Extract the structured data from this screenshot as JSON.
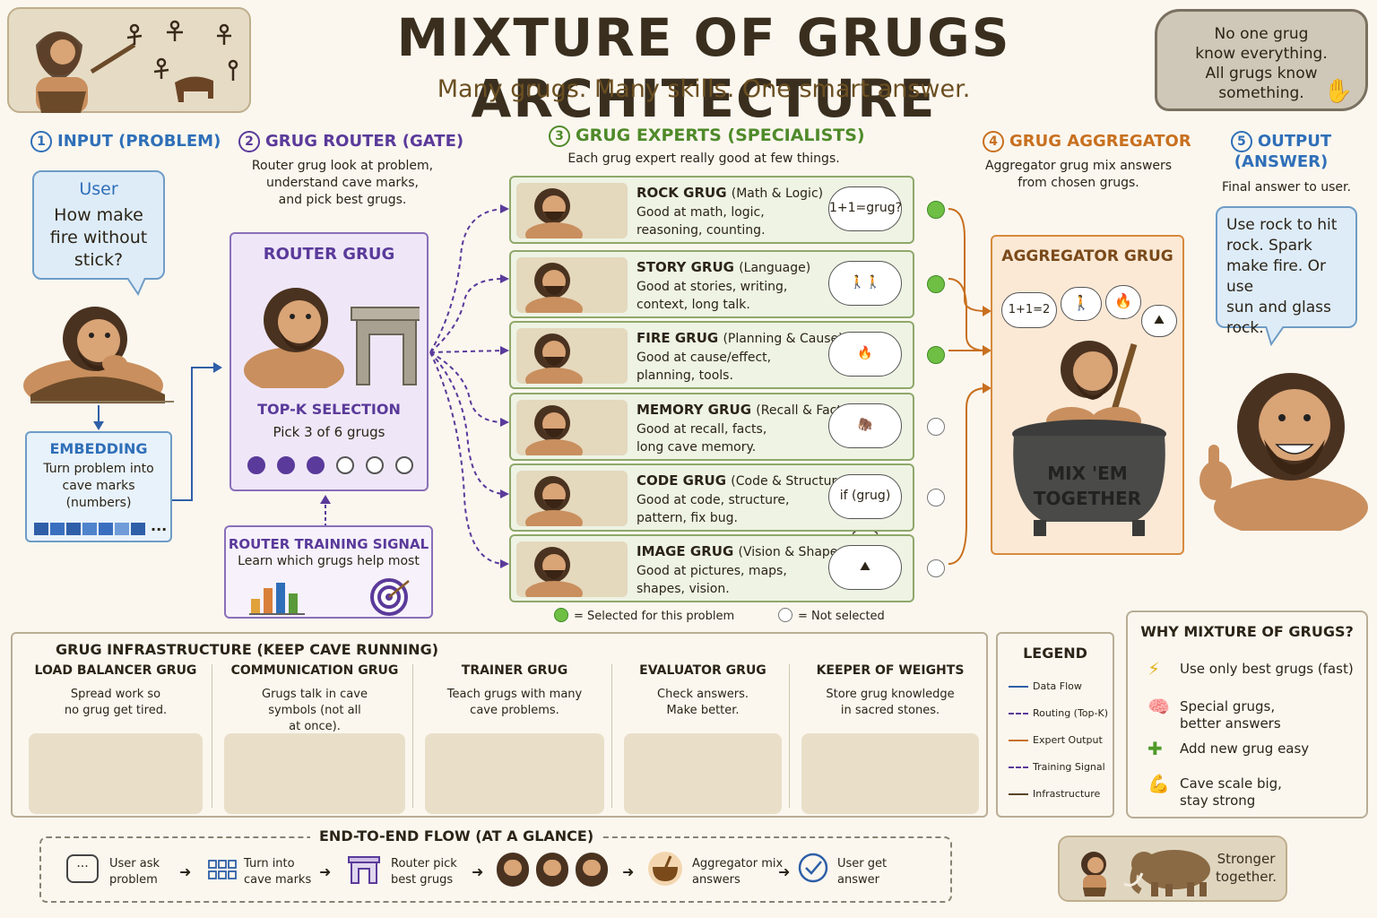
{
  "header": {
    "title": "MIXTURE OF GRUGS ARCHITECTURE",
    "subtitle": "Many grugs. Many skills. One smart answer.",
    "tablet": [
      "No one grug",
      "know everything.",
      "All grugs know",
      "something."
    ]
  },
  "input": {
    "num": "1",
    "heading": "INPUT (PROBLEM)",
    "bubble_user": "User",
    "bubble_text": [
      "How make",
      "fire without",
      "stick?"
    ],
    "embedding_title": "EMBEDDING",
    "embedding_desc": [
      "Turn problem into",
      "cave marks",
      "(numbers)"
    ],
    "embedding_more": "..."
  },
  "router": {
    "num": "2",
    "heading": "GRUG ROUTER (GATE)",
    "desc": [
      "Router grug look at problem,",
      "understand cave marks,",
      "and pick best grugs."
    ],
    "box_title": "ROUTER GRUG",
    "topk_title": "TOP-K SELECTION",
    "topk_desc": "Pick 3 of 6 grugs",
    "selected": 3,
    "total": 6,
    "training_title": "ROUTER TRAINING SIGNAL",
    "training_desc": "Learn which grugs help most"
  },
  "experts": {
    "num": "3",
    "heading": "GRUG EXPERTS (SPECIALISTS)",
    "desc": "Each grug expert really good at few things.",
    "items": [
      {
        "name": "ROCK GRUG",
        "tag": "(Math & Logic)",
        "skill": [
          "Good at math, logic,",
          "reasoning, counting."
        ],
        "thought": "1+1=grug?",
        "selected": true
      },
      {
        "name": "STORY GRUG",
        "tag": "(Language)",
        "skill": [
          "Good at stories, writing,",
          "context, long talk."
        ],
        "thought": "🚶🚶",
        "selected": true
      },
      {
        "name": "FIRE GRUG",
        "tag": "(Planning & Cause)",
        "skill": [
          "Good at cause/effect,",
          "planning, tools."
        ],
        "thought": "🔥",
        "selected": true
      },
      {
        "name": "MEMORY GRUG",
        "tag": "(Recall & Facts)",
        "skill": [
          "Good at recall, facts,",
          "long cave memory."
        ],
        "thought": "🦣",
        "selected": false
      },
      {
        "name": "CODE GRUG",
        "tag": "(Code & Structure)",
        "skill": [
          "Good at code, structure,",
          "pattern, fix bug."
        ],
        "thought": "if (grug) {....}",
        "selected": false
      },
      {
        "name": "IMAGE GRUG",
        "tag": "(Vision & Shapes)",
        "skill": [
          "Good at pictures, maps,",
          "shapes, vision."
        ],
        "thought": "⛰",
        "selected": false
      }
    ],
    "legend_selected": "= Selected for this problem",
    "legend_not": "= Not selected"
  },
  "aggregator": {
    "num": "4",
    "heading": "GRUG AGGREGATOR",
    "desc": [
      "Aggregator grug mix answers",
      "from chosen grugs."
    ],
    "box_title": "AGGREGATOR GRUG",
    "pot_text": [
      "MIX 'EM",
      "TOGETHER"
    ],
    "thought": "1+1=2"
  },
  "output": {
    "num": "5",
    "heading": [
      "OUTPUT",
      "(ANSWER)"
    ],
    "desc": "Final answer to user.",
    "bubble_text": [
      "Use rock to hit",
      "rock. Spark",
      "make fire. Or use",
      "sun and glass",
      "rock."
    ]
  },
  "infra": {
    "heading": "GRUG INFRASTRUCTURE (KEEP CAVE RUNNING)",
    "cols": [
      {
        "title": "LOAD BALANCER GRUG",
        "desc": [
          "Spread work so",
          "no grug get tired."
        ]
      },
      {
        "title": "COMMUNICATION GRUG",
        "desc": [
          "Grugs talk in cave",
          "symbols (not all",
          "at once)."
        ]
      },
      {
        "title": "TRAINER GRUG",
        "desc": [
          "Teach grugs with many",
          "cave problems."
        ]
      },
      {
        "title": "EVALUATOR GRUG",
        "desc": [
          "Check answers.",
          "Make better."
        ]
      },
      {
        "title": "KEEPER OF WEIGHTS",
        "desc": [
          "Store grug knowledge",
          "in sacred stones."
        ]
      }
    ]
  },
  "legend": {
    "title": "LEGEND",
    "items": [
      {
        "label": "Data Flow",
        "color": "#2f5fa8",
        "dash": false
      },
      {
        "label": "Routing (Top-K)",
        "color": "#5a3a9a",
        "dash": true
      },
      {
        "label": "Expert Output",
        "color": "#c8701f",
        "dash": false
      },
      {
        "label": "Training Signal",
        "color": "#5a3a9a",
        "dash": true
      },
      {
        "label": "Infrastructure",
        "color": "#5a4426",
        "dash": false
      }
    ]
  },
  "why": {
    "title": "WHY MIXTURE OF GRUGS?",
    "items": [
      {
        "icon": "⚡",
        "text": [
          "Use only best grugs (fast)"
        ]
      },
      {
        "icon": "🧠",
        "text": [
          "Special grugs,",
          "better answers"
        ]
      },
      {
        "icon": "✚",
        "text": [
          "Add new grug easy"
        ]
      },
      {
        "icon": "💪",
        "text": [
          "Cave scale big,",
          "stay strong"
        ]
      }
    ]
  },
  "flow": {
    "heading": "END-TO-END FLOW (AT A GLANCE)",
    "steps": [
      {
        "text": [
          "User ask",
          "problem"
        ]
      },
      {
        "text": [
          "Turn into",
          "cave marks"
        ]
      },
      {
        "text": [
          "Router pick",
          "best grugs"
        ]
      },
      {
        "text": [
          "Aggregator mix",
          "answers"
        ]
      },
      {
        "text": [
          "User get",
          "answer"
        ]
      }
    ]
  },
  "footer_tablet": [
    "Stronger",
    "together."
  ],
  "colors": {
    "input": "#2f6fb8",
    "router": "#5a3a9a",
    "experts": "#4f8a2a",
    "aggregator": "#c8701f",
    "output": "#2f6fb8"
  }
}
